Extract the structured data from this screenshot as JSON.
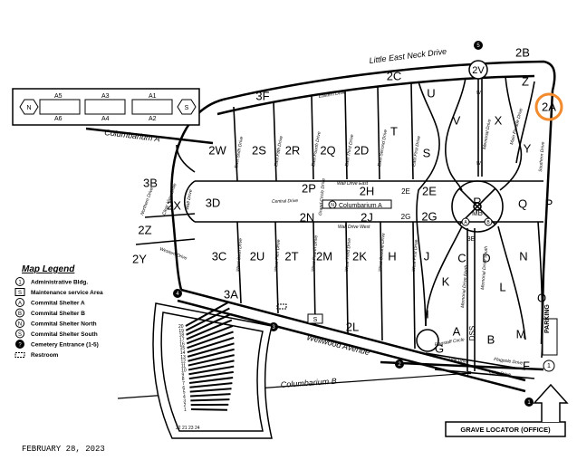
{
  "roads": {
    "little_east_neck": "Little East Neck Drive",
    "columbarium_a_road": "Columbarium A",
    "columbarium_b_road": "Columbarium B",
    "wellwood": "Wellwood Avenue",
    "eastern": "Eastern Drive",
    "east_sixth": "East Sixth Drive",
    "east_fifth": "East Fifth Drive",
    "east_fourth": "East Fourth Drive",
    "east_third": "East Third Drive",
    "east_second": "East Second Drive",
    "east_first": "East First Drive",
    "memorial": "Memorial Drive",
    "main_parade": "Main Parade Drive",
    "southern": "Southern Drive",
    "central": "Central Drive",
    "wall_drive": "Wall Drive",
    "wall_drive_east": "Wall Drive East",
    "wall_drive_west": "Wall Drive West",
    "grand_circle": "Grand Circle Drive",
    "west_sixth": "West Sixth Drive",
    "west_fifth": "West Fifth Drive",
    "west_fourth": "West Fourth Drive",
    "west_third": "West Third Drive",
    "west_second": "West Second Drive",
    "west_first": "West First Drive",
    "western": "Western Drive",
    "northern": "Northern Drive",
    "clear_view": "Clear View Drive",
    "memorial_north": "Memorial Drive North",
    "memorial_south": "Memorial Drive South",
    "flagstaff_circle": "Flagstaff Circle",
    "flagpole": "Flagpole Drive",
    "link": "Link Drive",
    "lake": "Lake Drive",
    "w": "W"
  },
  "sections": {
    "s2A": "2A",
    "s2B": "2B",
    "s2C": "2C",
    "s2V": "2V",
    "s3F": "3F",
    "s2W": "2W",
    "s2S": "2S",
    "s2R": "2R",
    "s2Q": "2Q",
    "s2D": "2D",
    "T": "T",
    "U": "U",
    "V": "V",
    "S": "S",
    "X": "X",
    "Z": "Z",
    "Y": "Y",
    "s3B": "3B",
    "s2X": "2X",
    "s3D": "3D",
    "s2P": "2P",
    "s2N": "2N",
    "s2H": "2H",
    "s2J": "2J",
    "s2E": "2E",
    "s2E2": "2E",
    "s2G": "2G",
    "s2G2": "2G",
    "R": "R",
    "Q": "Q",
    "P": "P",
    "MB": "MB",
    "s2Z": "2Z",
    "s2Y": "2Y",
    "s3C": "3C",
    "s2U": "2U",
    "s2T": "2T",
    "s2M": "2M",
    "s2K": "2K",
    "H": "H",
    "J": "J",
    "s3E": "3E",
    "C": "C",
    "D": "D",
    "N": "N",
    "K": "K",
    "L": "L",
    "O": "O",
    "I": "I",
    "A": "A",
    "B": "B",
    "M": "M",
    "G": "G",
    "F": "F",
    "E": "E",
    "s3A": "3A",
    "s2L": "2L",
    "DSS": "DSS",
    "columbarium_a_label": "Columbarium A",
    "parking": "PARKING",
    "s_marker": "S"
  },
  "columbarium_box": {
    "top": [
      "A5",
      "A3",
      "A1"
    ],
    "bottom": [
      "A6",
      "A4",
      "A2"
    ],
    "left_badge": "N",
    "right_badge": "S"
  },
  "fan_labels": [
    "20",
    "19",
    "18",
    "17",
    "16",
    "15",
    "14",
    "13",
    "12",
    "11",
    "10",
    "9",
    "8",
    "7",
    "6",
    "5",
    "4",
    "3",
    "2",
    "1",
    "22",
    "21",
    "23",
    "24"
  ],
  "circle_markers": {
    "admin": "1",
    "north_top": "5",
    "west": "4",
    "mid": "3",
    "south": "2",
    "east_bottom": "1",
    "mb_a": "A",
    "mb_b": "B",
    "cross_n": "N"
  },
  "legend": {
    "title": "Map Legend",
    "items": [
      {
        "symbol": "1",
        "text": "Administrative Bldg."
      },
      {
        "symbol": "S",
        "text": "Maintenance service Area"
      },
      {
        "symbol": "A",
        "text": "Commital Shelter A"
      },
      {
        "symbol": "B",
        "text": "Commital Shelter B"
      },
      {
        "symbol": "N",
        "text": "Commital Shelter North"
      },
      {
        "symbol": "S",
        "text": "Commital Shelter South"
      },
      {
        "symbol": "?",
        "text": "Cemetery Entrance (1-5)"
      },
      {
        "symbol": "",
        "text": "Restroom"
      }
    ]
  },
  "grave_locator": "GRAVE LOCATOR (OFFICE)",
  "date": "FEBRUARY 28, 2023",
  "highlight_color": "#f28a2e"
}
